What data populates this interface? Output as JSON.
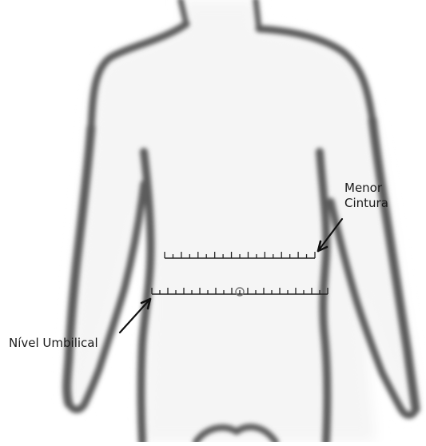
{
  "diagram": {
    "labels": {
      "smallest_waist_line1": "Menor",
      "smallest_waist_line2": "Cintura",
      "umbilical_level": "Nível Umbilical"
    },
    "colors": {
      "background": "#ffffff",
      "body_outline": "#5c5c5c",
      "body_fill": "#f4f4f4",
      "tape": "#222222"
    }
  }
}
